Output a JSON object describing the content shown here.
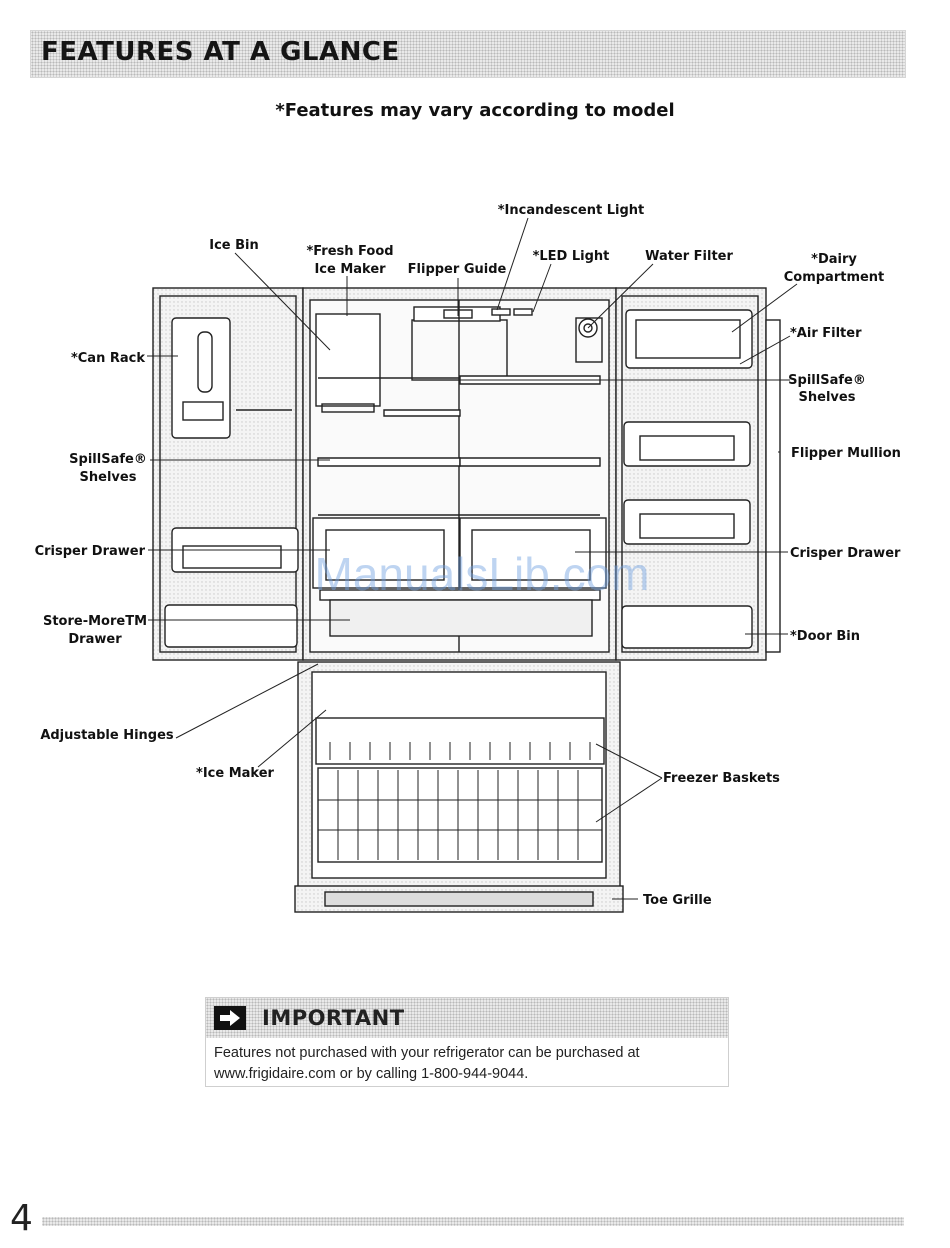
{
  "header": {
    "title": "FEATURES AT A GLANCE"
  },
  "subtitle": "*Features may vary according to model",
  "labels": {
    "incandescent_light": "*Incandescent Light",
    "ice_bin": "Ice Bin",
    "fresh_food_ice_maker_1": "*Fresh Food",
    "fresh_food_ice_maker_2": "Ice Maker",
    "flipper_guide": "Flipper Guide",
    "led_light": "*LED Light",
    "water_filter": "Water Filter",
    "dairy_compartment_1": "*Dairy",
    "dairy_compartment_2": "Compartment",
    "air_filter": "*Air Filter",
    "can_rack": "*Can Rack",
    "spillsafe_right_1": "SpillSafe®",
    "spillsafe_right_2": "Shelves",
    "spillsafe_left_1": "SpillSafe®",
    "spillsafe_left_2": "Shelves",
    "flipper_mullion": "Flipper Mullion",
    "crisper_drawer_left": "Crisper Drawer",
    "crisper_drawer_right": "Crisper Drawer",
    "store_more_1": "Store-MoreTM",
    "store_more_2": "Drawer",
    "door_bin": "*Door Bin",
    "adjustable_hinges": "Adjustable Hinges",
    "ice_maker": "*Ice Maker",
    "freezer_baskets": "Freezer Baskets",
    "toe_grille": "Toe Grille"
  },
  "watermark": "ManualsLib.com",
  "important": {
    "title": "IMPORTANT",
    "icon": "arrow-right-icon",
    "body": "Features not purchased with your refrigerator can be purchased at www.frigidaire.com or by calling 1-800-944-9044."
  },
  "page_number": "4"
}
